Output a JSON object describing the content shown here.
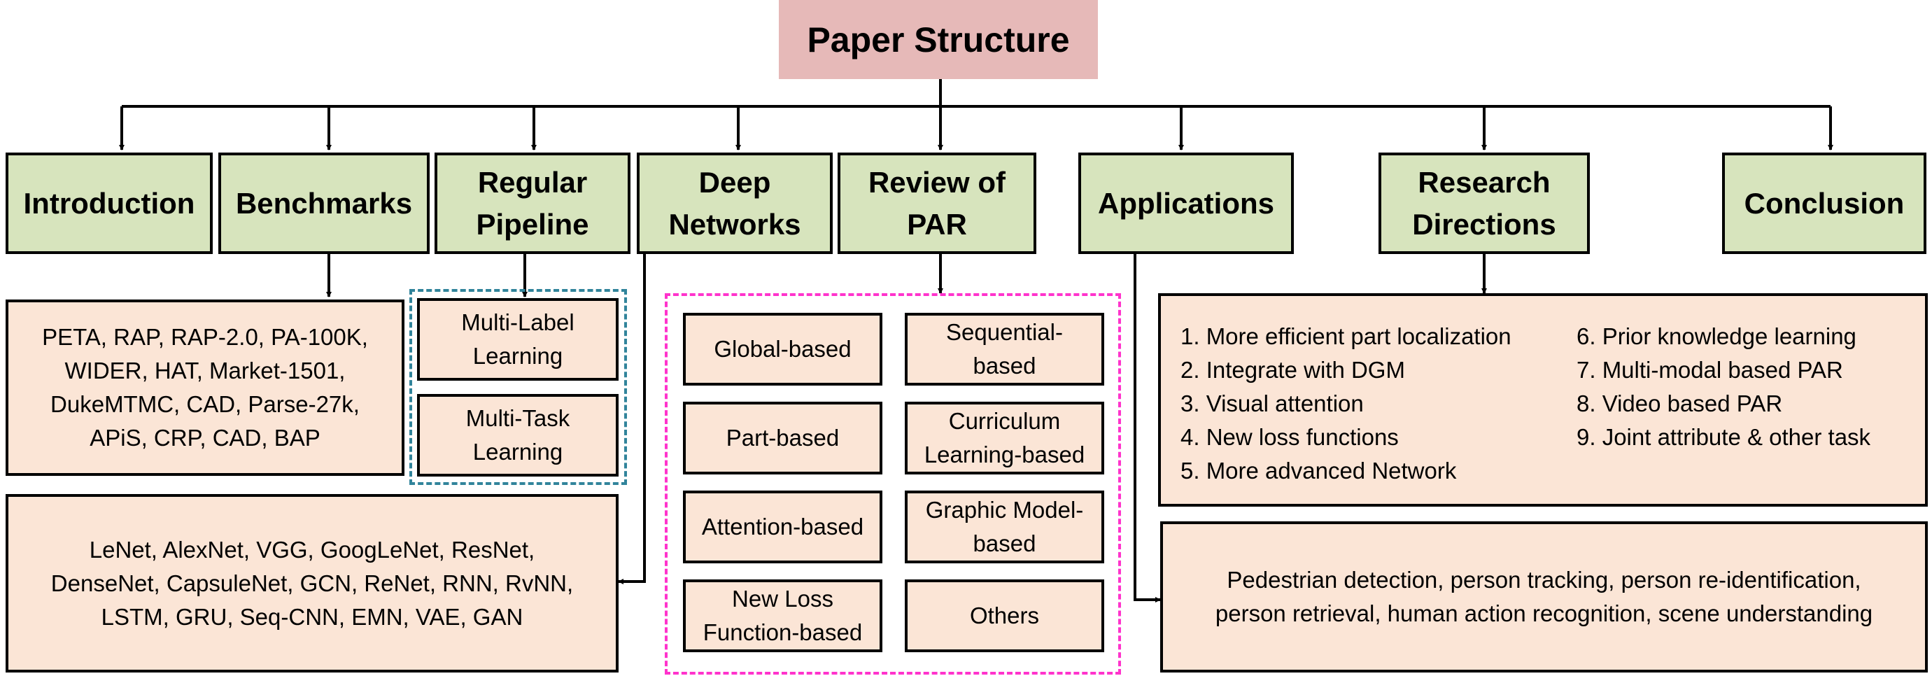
{
  "title": "Paper Structure",
  "sections": {
    "introduction": "Introduction",
    "benchmarks": "Benchmarks",
    "regular_pipeline": "Regular\nPipeline",
    "deep_networks": "Deep\nNetworks",
    "review_of_par": "Review of\nPAR",
    "applications": "Applications",
    "research_directions": "Research\nDirections",
    "conclusion": "Conclusion"
  },
  "datasets": "PETA, RAP, RAP-2.0, PA-100K,\nWIDER,  HAT, Market-1501,\nDukeMTMC, CAD, Parse-27k,\nAPiS, CRP, CAD, BAP",
  "pipeline_items": [
    "Multi-Label\nLearning",
    "Multi-Task\nLearning"
  ],
  "networks": "LeNet, AlexNet, VGG, GoogLeNet, ResNet,\nDenseNet, CapsuleNet, GCN, ReNet, RNN, RvNN,\nLSTM, GRU, Seq-CNN, EMN, VAE, GAN",
  "par_methods": {
    "left": [
      "Global-based",
      "Part-based",
      "Attention-based",
      "New Loss\nFunction-based"
    ],
    "right": [
      "Sequential-\nbased",
      "Curriculum\nLearning-based",
      "Graphic Model-\nbased",
      "Others"
    ]
  },
  "directions": {
    "left": [
      "1. More efficient part localization",
      "2. Integrate with DGM",
      "3. Visual attention",
      "4. New loss functions",
      "5. More advanced Network"
    ],
    "right": [
      "6. Prior knowledge learning",
      "7. Multi-modal based PAR",
      "8. Video based PAR",
      "9. Joint attribute & other task"
    ]
  },
  "applications_text": "Pedestrian detection, person tracking, person re-identification,\nperson retrieval,  human action recognition, scene understanding"
}
